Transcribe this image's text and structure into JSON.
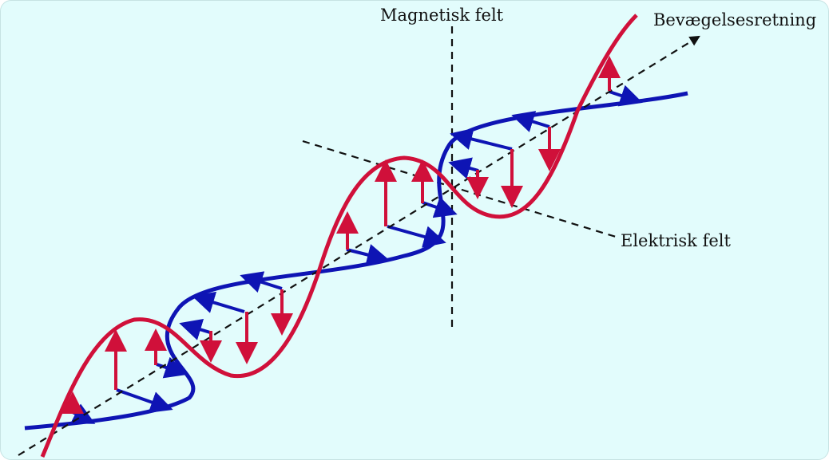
{
  "labels": {
    "magnetic": "Magnetisk felt",
    "electric": "Elektrisk felt",
    "direction": "Bevægelsesretning"
  },
  "colors": {
    "background": "#e2fcfc",
    "electric_wave": "#d0103a",
    "magnetic_wave": "#0e14b4",
    "axis": "#111111"
  }
}
